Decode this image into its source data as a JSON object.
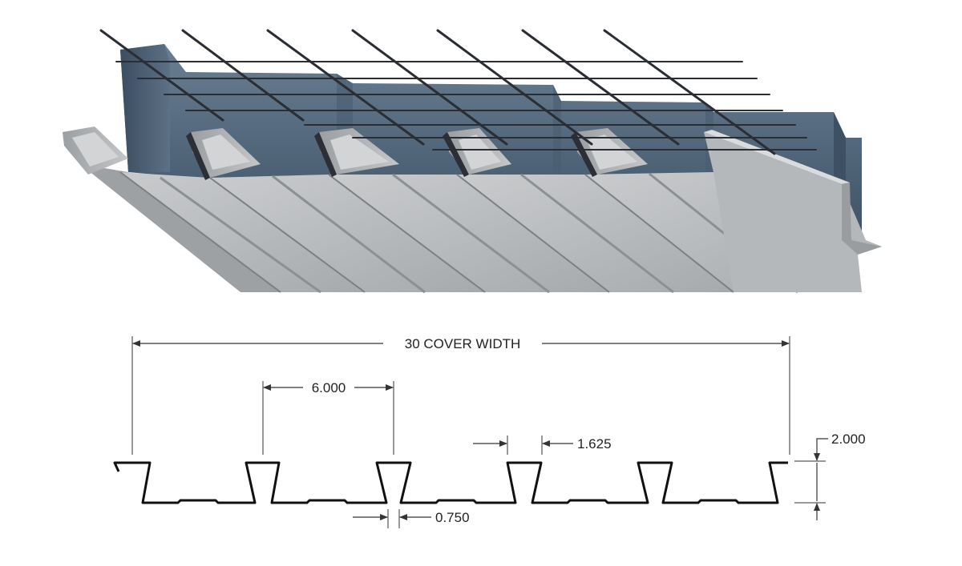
{
  "dimensions": {
    "cover_width": "30 COVER WIDTH",
    "rib_spacing": "6.000",
    "top_flange": "1.625",
    "depth": "2.000",
    "bottom_opening": "0.750"
  },
  "colors": {
    "deck_steel": "#b9bbbd",
    "deck_shadow": "#8e9194",
    "concrete_slab": "#4f6478",
    "wire_mesh": "#2a2d33",
    "profile_line": "#111111",
    "dimension_line": "#333333"
  }
}
